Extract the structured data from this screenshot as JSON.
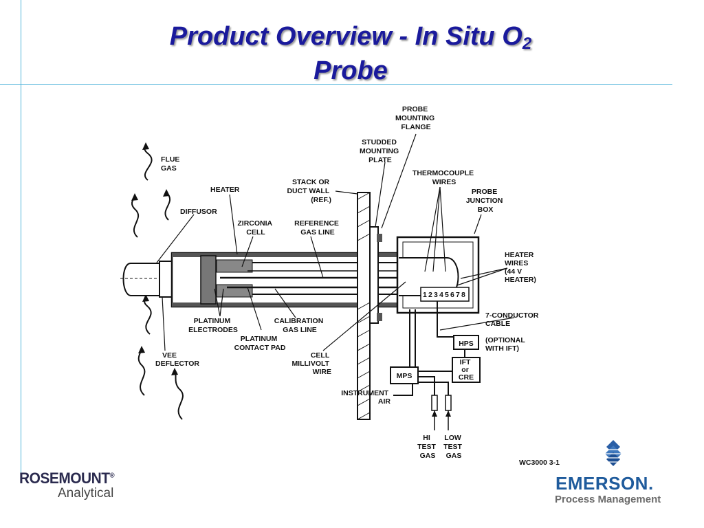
{
  "slide": {
    "title_main": "Product Overview - In Situ O",
    "title_subscript": "2",
    "title_line2": "Probe"
  },
  "diagram": {
    "labels": {
      "probe_mounting_flange": [
        "PROBE",
        "MOUNTING",
        "FLANGE"
      ],
      "studded_mounting_plate": [
        "STUDDED",
        "MOUNTING",
        "PLATE"
      ],
      "thermocouple_wires": [
        "THERMOCOUPLE",
        "WIRES"
      ],
      "flue_gas": [
        "FLUE",
        "GAS"
      ],
      "heater": [
        "HEATER"
      ],
      "stack_or_duct_wall": [
        "STACK OR",
        "DUCT WALL",
        "(REF.)"
      ],
      "probe_junction_box": [
        "PROBE",
        "JUNCTION",
        "BOX"
      ],
      "diffusor": [
        "DIFFUSOR"
      ],
      "zirconia_cell": [
        "ZIRCONIA",
        "CELL"
      ],
      "reference_gas_line": [
        "REFERENCE",
        "GAS LINE"
      ],
      "heater_wires": [
        "HEATER",
        "WIRES",
        "(44  V",
        "HEATER)"
      ],
      "platinum_electrodes": [
        "PLATINUM",
        "ELECTRODES"
      ],
      "calibration_gas_line": [
        "CALIBRATION",
        "GAS  LINE"
      ],
      "platinum_contact_pad": [
        "PLATINUM",
        "CONTACT  PAD"
      ],
      "seven_conductor_cable": [
        "7-CONDUCTOR",
        "CABLE"
      ],
      "hps": [
        "HPS"
      ],
      "optional_with_ift": [
        "(OPTIONAL",
        "WITH  IFT)"
      ],
      "vee_deflector": [
        "VEE",
        "DEFLECTOR"
      ],
      "cell_millivolt_wire": [
        "CELL",
        "MILLIVOLT",
        "WIRE"
      ],
      "ift_or_cre": [
        "IFT",
        "or",
        "CRE"
      ],
      "mps": [
        "MPS"
      ],
      "instrument_air": [
        "INSTRUMENT",
        "AIR"
      ],
      "hi_test_gas": [
        "HI",
        "TEST",
        "GAS"
      ],
      "low_test_gas": [
        "LOW",
        "TEST",
        "GAS"
      ],
      "terminals": [
        "1",
        "2",
        "3",
        "4",
        "5",
        "6",
        "7",
        "8"
      ],
      "drawing_ref": [
        "WC3000  3-1"
      ]
    }
  },
  "footer": {
    "rosemount_brand": "ROSEMOUNT",
    "rosemount_trademark": "®",
    "rosemount_sub": "Analytical",
    "emerson_brand": "EMERSON.",
    "emerson_sub": "Process Management"
  }
}
